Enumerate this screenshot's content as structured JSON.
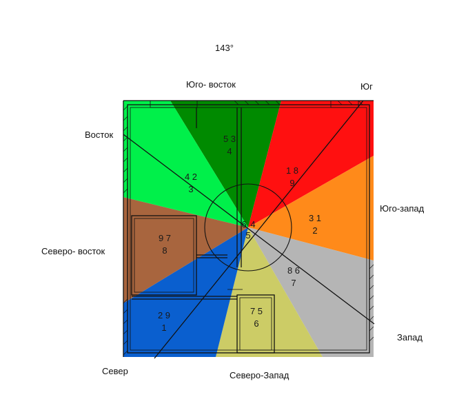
{
  "degree_label": "143°",
  "directions": {
    "south_east": "Юго- восток",
    "south": "Юг",
    "east": "Восток",
    "south_west": "Юго-запад",
    "north_east": "Северо- восток",
    "west": "Запад",
    "north": "Север",
    "north_west": "Северо-Запад"
  },
  "center_digits": [
    "6",
    "4",
    "5"
  ],
  "sectors": [
    {
      "id": "south-east",
      "color": "#008a00",
      "numbers": [
        "5 3",
        "4"
      ]
    },
    {
      "id": "south",
      "color": "#ff1010",
      "numbers": [
        "1 8",
        "9"
      ]
    },
    {
      "id": "south-west",
      "color": "#ff8a1a",
      "numbers": [
        "3 1",
        "2"
      ]
    },
    {
      "id": "west",
      "color": "#b5b5b5",
      "numbers": [
        "8 6",
        "7"
      ]
    },
    {
      "id": "north-west",
      "color": "#cccc66",
      "numbers": [
        "7 5",
        "6"
      ]
    },
    {
      "id": "north",
      "color": "#0a5fcf",
      "numbers": [
        "2 9",
        "1"
      ]
    },
    {
      "id": "north-east",
      "color": "#a8653e",
      "numbers": [
        "9 7",
        "8"
      ]
    },
    {
      "id": "east",
      "color": "#00f04a",
      "numbers": [
        "4 2",
        "3"
      ]
    }
  ]
}
